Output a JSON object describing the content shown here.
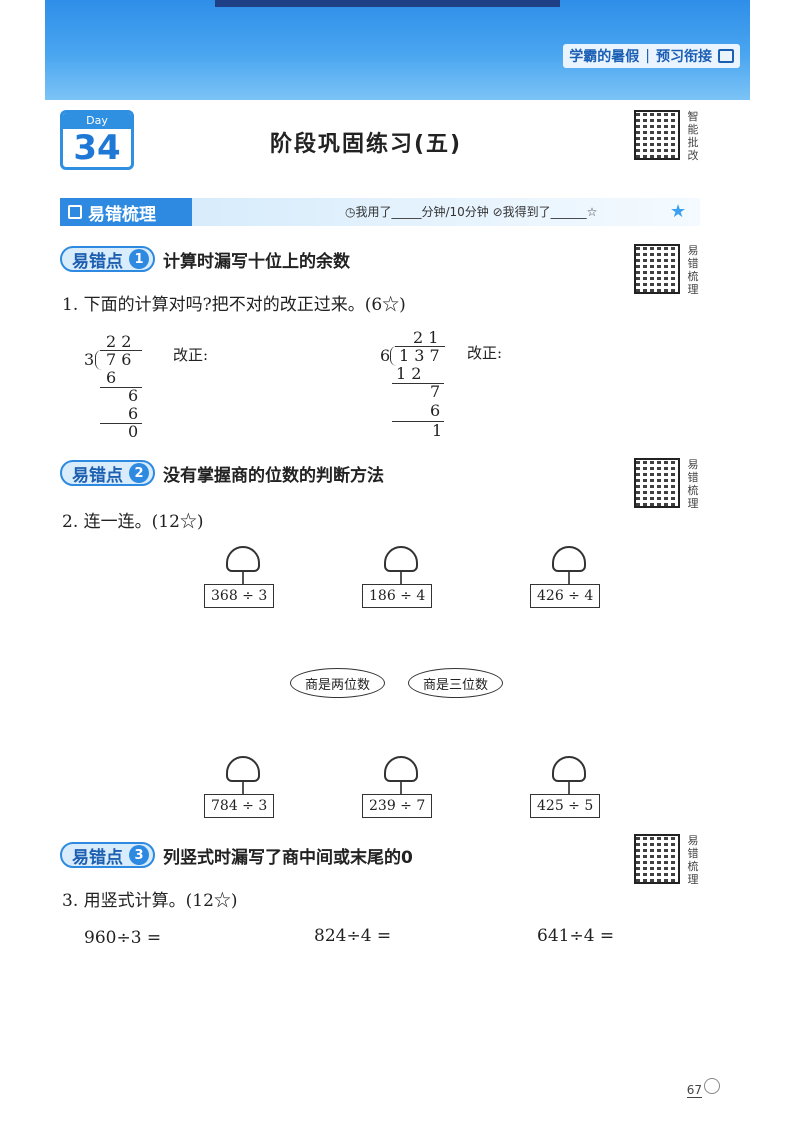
{
  "header": {
    "tag_left": "学霸的暑假",
    "tag_sep": "|",
    "tag_right": "预习衔接"
  },
  "day_badge": {
    "label": "Day",
    "number": "34"
  },
  "title": "阶段巩固练习(五)",
  "qr_labels": {
    "top": "智能批改",
    "ep1": "易错梳理",
    "ep2": "易错梳理",
    "ep3": "易错梳理"
  },
  "section": {
    "title": "易错梳理",
    "stats": "◷我用了_____分钟/10分钟   ⊘我得到了______☆",
    "star": "★"
  },
  "error_points": [
    {
      "label": "易错点",
      "num": "1",
      "text": "计算时漏写十位上的余数"
    },
    {
      "label": "易错点",
      "num": "2",
      "text": "没有掌握商的位数的判断方法"
    },
    {
      "label": "易错点",
      "num": "3",
      "text": "列竖式时漏写了商中间或末尾的0"
    }
  ],
  "q1": {
    "prompt": "1. 下面的计算对吗?把不对的改正过来。(6☆)",
    "fix_label_a": "改正:",
    "fix_label_b": "改正:",
    "calc_a": {
      "quotient": "2 2",
      "divisor": "3",
      "dividend": "7 6",
      "s1": "6",
      "s2": "6",
      "s3": "6",
      "s4": "0"
    },
    "calc_b": {
      "quotient": "2 1",
      "divisor": "6",
      "dividend": "1 3 7",
      "s1": "1 2",
      "s2": "7",
      "s3": "6",
      "s4": "1"
    }
  },
  "q2": {
    "prompt": "2. 连一连。(12☆)",
    "top_items": [
      "368 ÷ 3",
      "186 ÷ 4",
      "426 ÷ 4"
    ],
    "bottom_items": [
      "784 ÷ 3",
      "239 ÷ 7",
      "425 ÷ 5"
    ],
    "categories": [
      "商是两位数",
      "商是三位数"
    ]
  },
  "q3": {
    "prompt": "3. 用竖式计算。(12☆)",
    "problems": [
      "960÷3 =",
      "824÷4 =",
      "641÷4 ="
    ]
  },
  "page_number": "67"
}
